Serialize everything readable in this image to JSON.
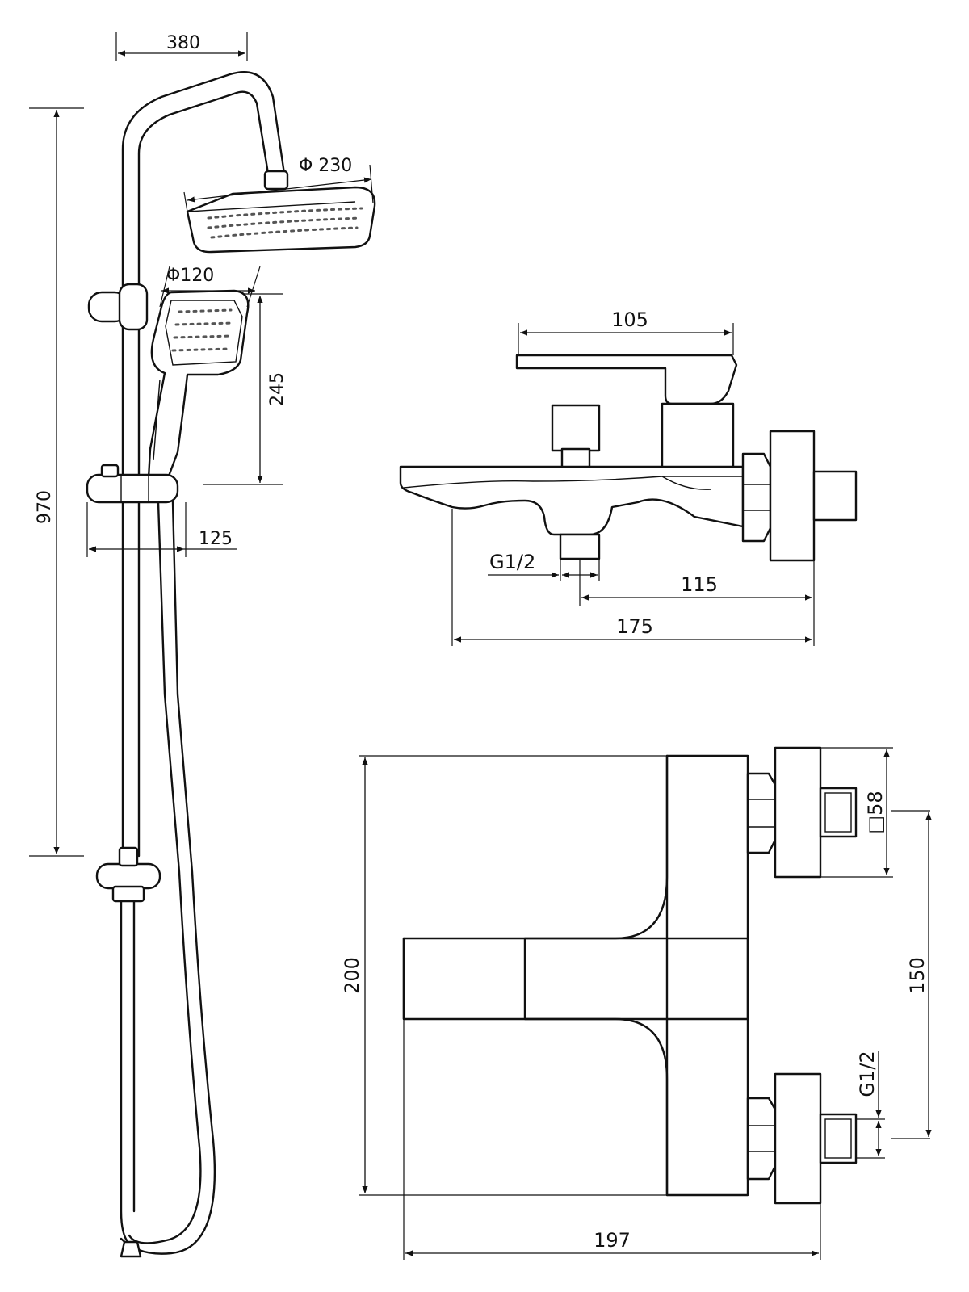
{
  "dimensions": {
    "rail_top_width": "380",
    "overhead_diameter": "Φ 230",
    "hand_diameter": "Φ120",
    "hand_length": "245",
    "rail_height": "970",
    "slider_offset": "125",
    "lever_length": "105",
    "outlet_thread": "G1/2",
    "outlet_to_wall": "115",
    "mixer_depth": "175",
    "flange_size": "□58",
    "mixer_height": "200",
    "inlet_spacing": "150",
    "inlet_thread": "G1/2",
    "mixer_width": "197"
  }
}
